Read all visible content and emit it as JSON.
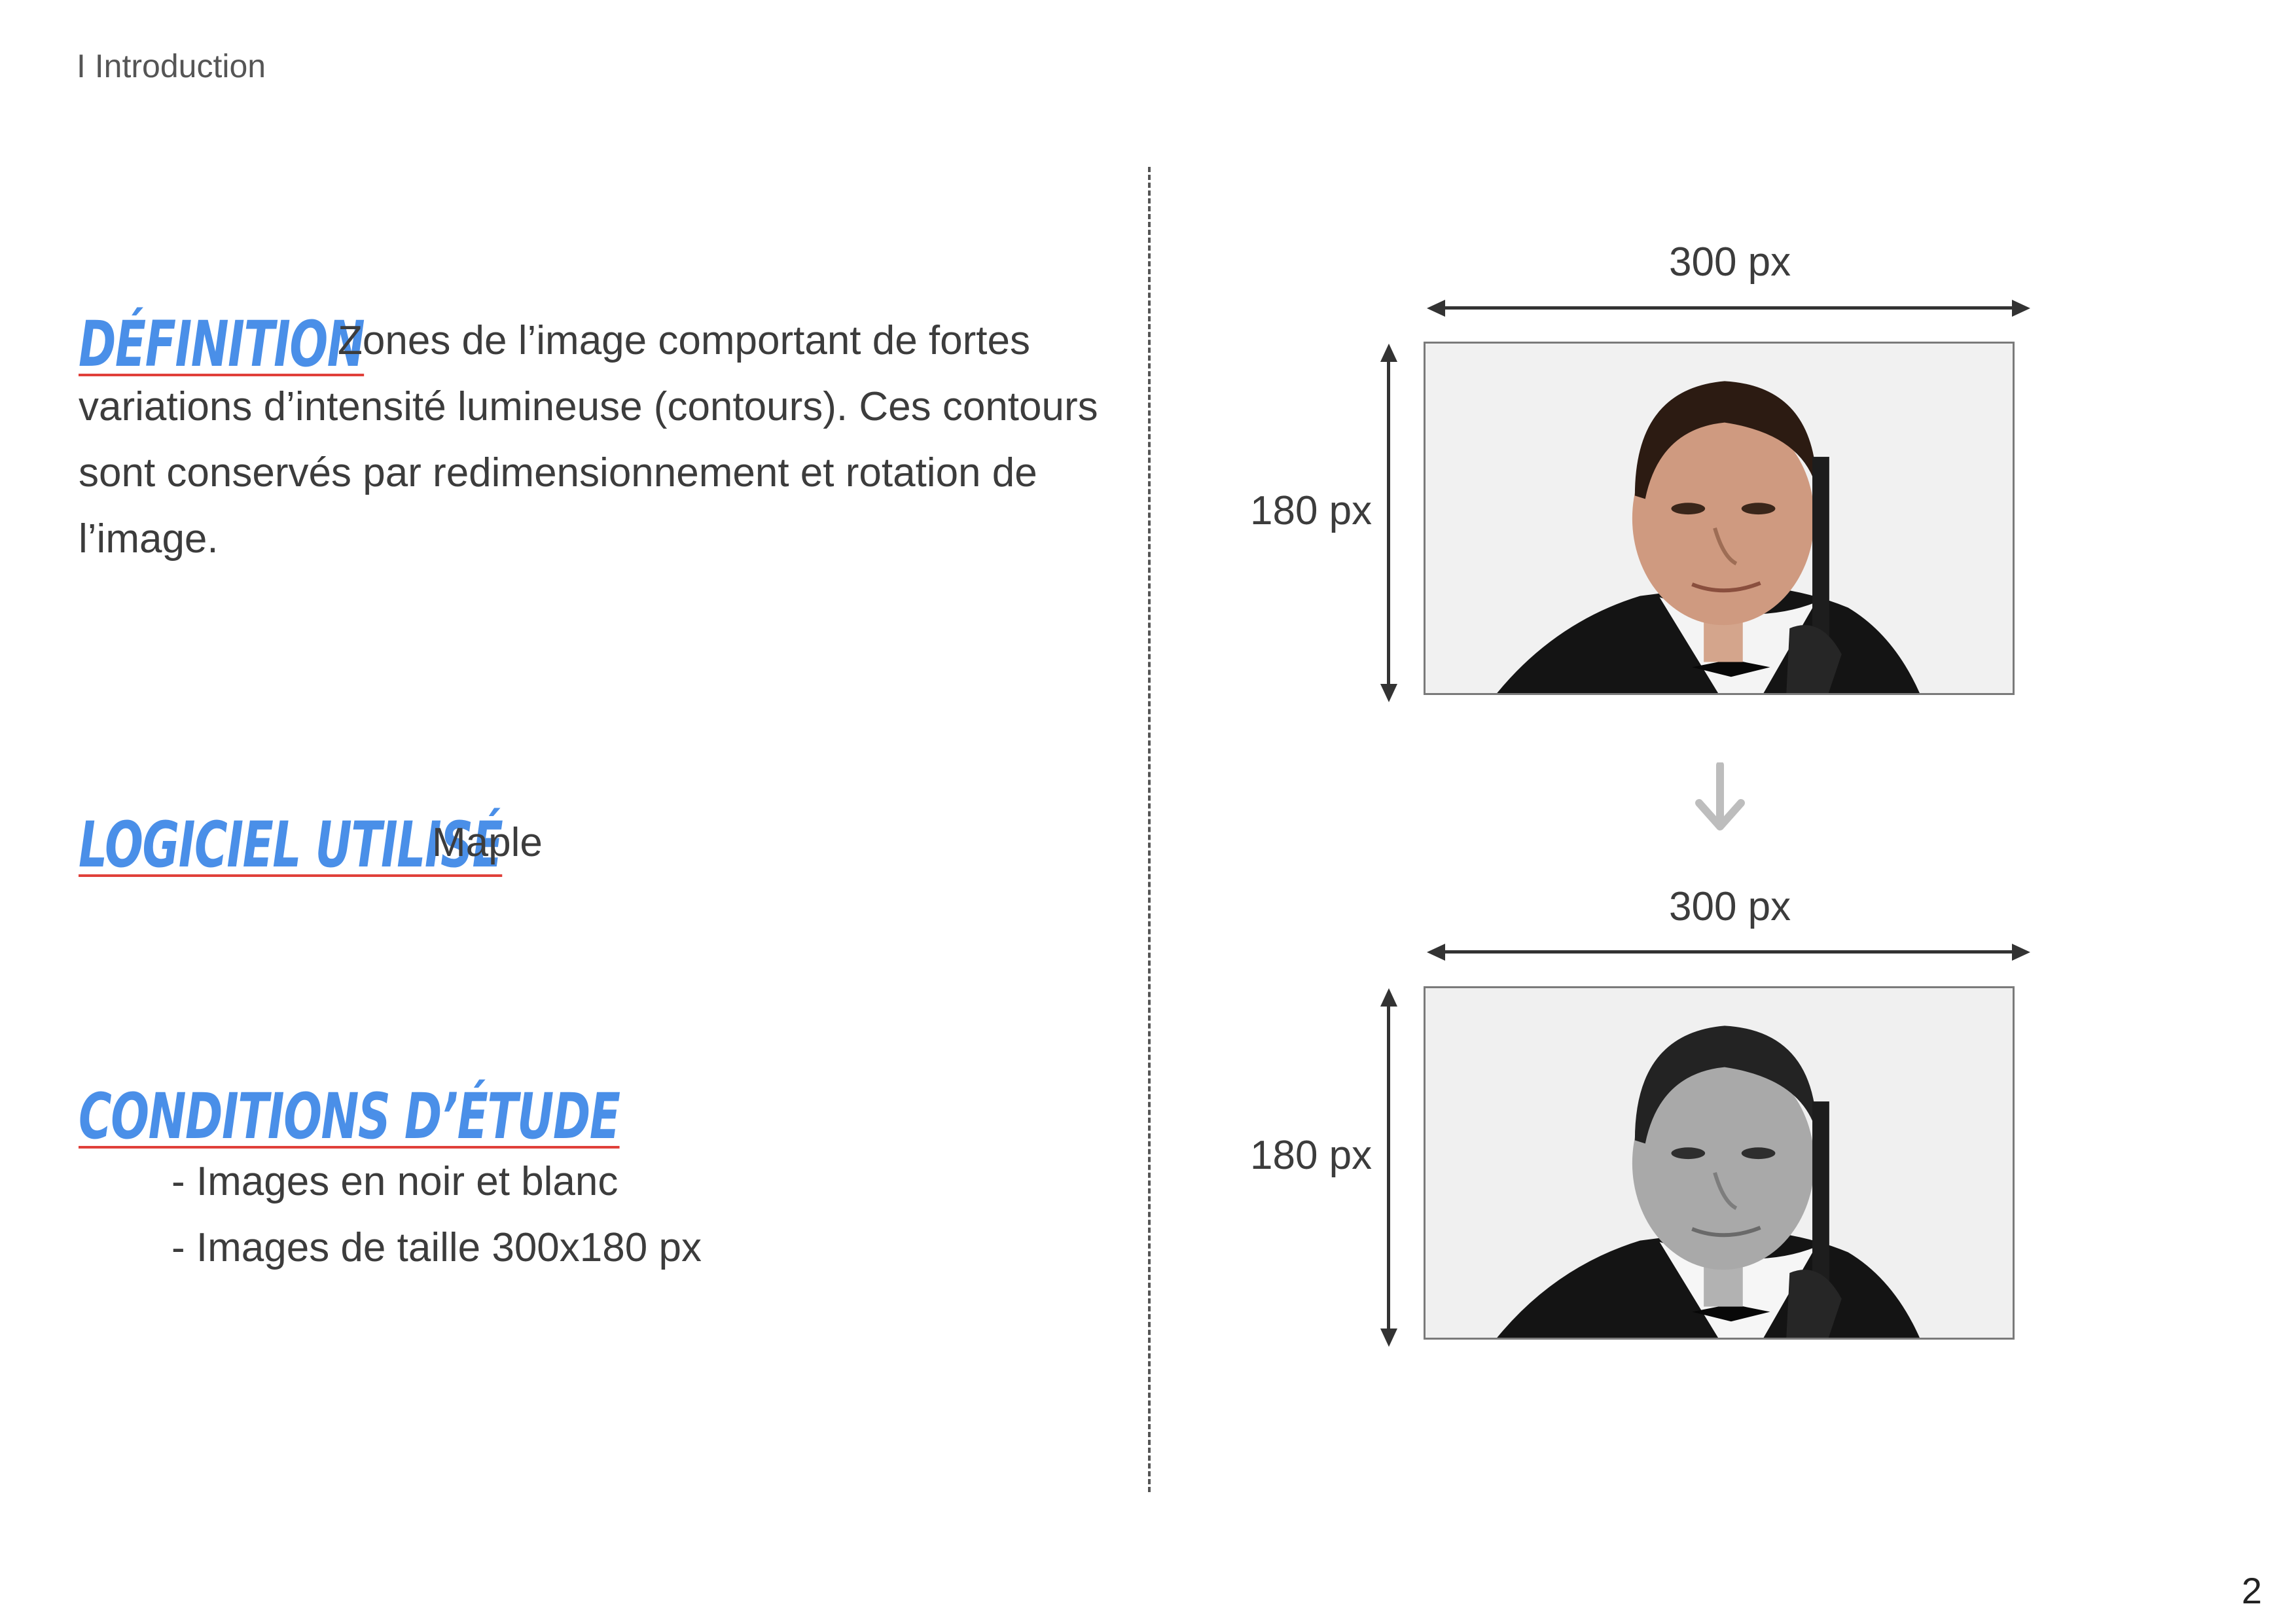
{
  "header": {
    "section": "I Introduction"
  },
  "definition": {
    "heading": "Définition",
    "text": "Zones de l’image comportant de fortes variations d’intensité lumineuse (contours). Ces contours sont conservés par redimensionnement et rotation de l’image."
  },
  "software": {
    "heading": "Logiciel utilisé",
    "value": "Maple"
  },
  "conditions": {
    "heading": "Conditions d’étude",
    "items": [
      "Images en noir et blanc",
      "Images de taille 300x180 px"
    ]
  },
  "figure": {
    "top": {
      "width_label": "300 px",
      "height_label": "180 px",
      "mode": "color"
    },
    "bottom": {
      "width_label": "300 px",
      "height_label": "180 px",
      "mode": "grayscale"
    },
    "transition_icon": "arrow-down-icon"
  },
  "page_number": "2",
  "colors": {
    "heading": "#4a8fe8",
    "underline": "#e0403a",
    "text": "#3c3c3c"
  }
}
